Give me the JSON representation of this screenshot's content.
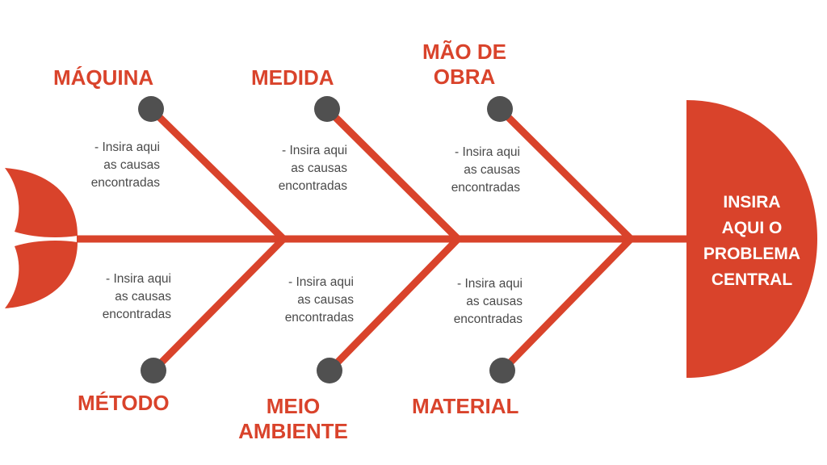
{
  "colors": {
    "bone": "#d9432b",
    "joint": "#505050",
    "note": "#4a4a4a",
    "background": "#ffffff"
  },
  "problem": {
    "lines": [
      "INSIRA",
      "AQUI O",
      "PROBLEMA",
      "CENTRAL"
    ]
  },
  "categories": {
    "maquina": "MÁQUINA",
    "medida": "MEDIDA",
    "mao_de_obra": [
      "MÃO DE",
      "OBRA"
    ],
    "metodo": "MÉTODO",
    "meio_ambiente": [
      "MEIO",
      "AMBIENTE"
    ],
    "material": "MATERIAL"
  },
  "cause_notes": {
    "maquina": [
      "- Insira aqui",
      "as causas",
      "encontradas"
    ],
    "medida": [
      "- Insira aqui",
      "as causas",
      "encontradas"
    ],
    "mao_de_obra": [
      "- Insira aqui",
      "as causas",
      "encontradas"
    ],
    "metodo": [
      "- Insira aqui",
      "as causas",
      "encontradas"
    ],
    "meio_ambiente": [
      "- Insira aqui",
      "as causas",
      "encontradas"
    ],
    "material": [
      "- Insira aqui",
      "as causas",
      "encontradas"
    ]
  }
}
